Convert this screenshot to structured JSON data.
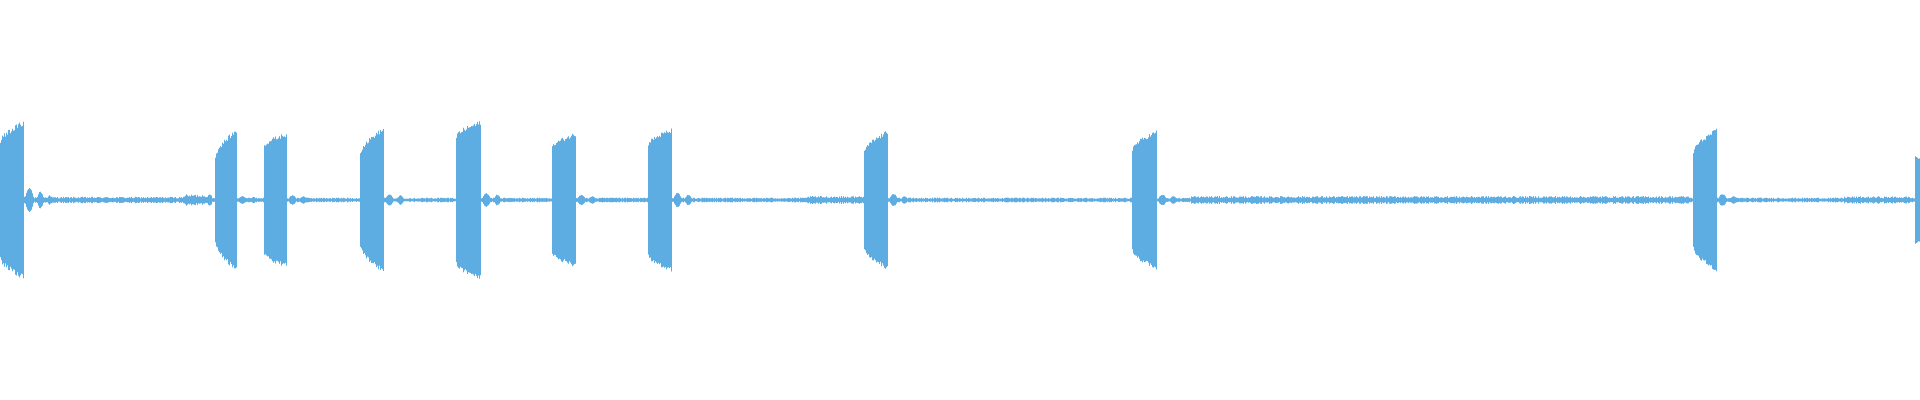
{
  "waveform": {
    "color": "#5dade2",
    "background": "#ffffff",
    "noise_amplitude": 0.03,
    "noise_segments": [
      {
        "from": 0.0,
        "to": 0.095,
        "amplitude": 0.04
      },
      {
        "from": 0.095,
        "to": 0.11,
        "amplitude": 0.07
      },
      {
        "from": 0.42,
        "to": 0.45,
        "amplitude": 0.05
      },
      {
        "from": 0.62,
        "to": 0.88,
        "amplitude": 0.05
      },
      {
        "from": 0.96,
        "to": 0.995,
        "amplitude": 0.045
      }
    ],
    "bursts": [
      {
        "start": 0.0,
        "end": 0.0125,
        "amp_start": 0.75,
        "amp_peak": 1.0,
        "tails": [
          0.16,
          0.11,
          0.06
        ]
      },
      {
        "start": 0.112,
        "end": 0.123,
        "amp_start": 0.55,
        "amp_peak": 0.9,
        "tails": [
          0.05,
          0.04
        ]
      },
      {
        "start": 0.1375,
        "end": 0.149,
        "amp_start": 0.7,
        "amp_peak": 0.85,
        "tails": [
          0.06,
          0.05
        ]
      },
      {
        "start": 0.1875,
        "end": 0.2,
        "amp_start": 0.6,
        "amp_peak": 0.92,
        "tails": [
          0.07,
          0.06
        ]
      },
      {
        "start": 0.2375,
        "end": 0.2505,
        "amp_start": 0.82,
        "amp_peak": 1.0,
        "tails": [
          0.09,
          0.07
        ]
      },
      {
        "start": 0.288,
        "end": 0.3,
        "amp_start": 0.68,
        "amp_peak": 0.85,
        "tails": [
          0.07,
          0.05
        ]
      },
      {
        "start": 0.338,
        "end": 0.35,
        "amp_start": 0.72,
        "amp_peak": 0.9,
        "tails": [
          0.09,
          0.07
        ]
      },
      {
        "start": 0.45,
        "end": 0.4625,
        "amp_start": 0.62,
        "amp_peak": 0.88,
        "tails": [
          0.08,
          0.05
        ]
      },
      {
        "start": 0.59,
        "end": 0.6025,
        "amp_start": 0.65,
        "amp_peak": 0.88,
        "tails": [
          0.07,
          0.05
        ]
      },
      {
        "start": 0.882,
        "end": 0.894,
        "amp_start": 0.62,
        "amp_peak": 0.9,
        "tails": [
          0.08,
          0.05
        ]
      },
      {
        "start": 0.9975,
        "end": 1.0,
        "amp_start": 0.55,
        "amp_peak": 0.55,
        "tails": []
      }
    ]
  }
}
